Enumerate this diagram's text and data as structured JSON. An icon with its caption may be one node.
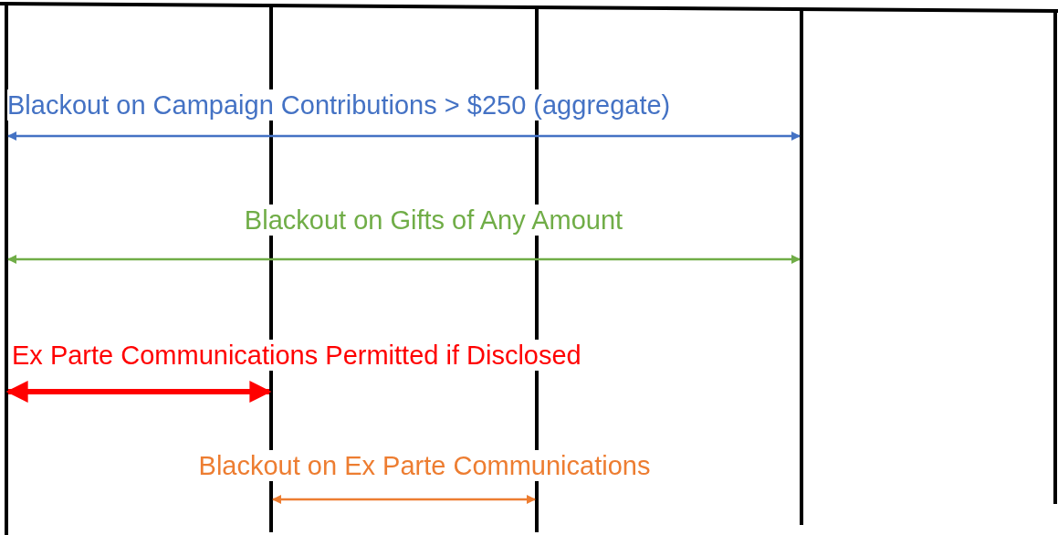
{
  "diagram": {
    "nodes": [
      {
        "text": [],
        "shape": "bar"
      },
      {
        "text": [],
        "shape": "bar"
      },
      {
        "text": [],
        "shape": "bar"
      },
      {
        "text": [],
        "shape": "bar"
      },
      {
        "text": [],
        "shape": "bar"
      }
    ],
    "edges": [
      {
        "from": 0,
        "to": 3,
        "arrow": "both",
        "label": "Blackout on Campaign Contributions > $250 (aggregate)",
        "color": "#4472c4"
      },
      {
        "from": 0,
        "to": 3,
        "arrow": "both",
        "label": "Blackout on Gifts of Any Amount",
        "color": "#70ad47"
      },
      {
        "from": 0,
        "to": 1,
        "arrow": "both",
        "label": "Ex Parte Communications Permitted if Disclosed",
        "color": "#ff0000",
        "style": "thick"
      },
      {
        "from": 1,
        "to": 2,
        "arrow": "both",
        "label": "Blackout on Ex Parte Communications",
        "color": "#ed7d31"
      }
    ]
  }
}
